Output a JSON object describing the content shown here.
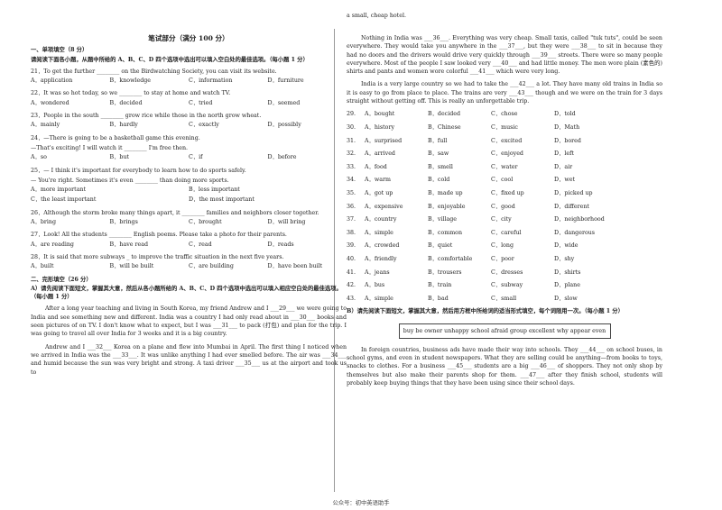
{
  "title": "笔试部分（满分 100 分）",
  "sec1": {
    "heading": "一、单项填空（8 分）",
    "instr": "请阅读下面各小题，从题中所给的 A、B、C、D 四个选项中选出可以填入空白处的最佳选项。（每小题 1 分）",
    "q21": {
      "stem": "21．To get the further ________ on the Birdwatching Society, you can visit its website.",
      "opts": [
        "A．application",
        "B．knowledge",
        "C．information",
        "D．furniture"
      ]
    },
    "q22": {
      "stem": "22．It was so hot today, so we ________ to stay at home and watch TV.",
      "opts": [
        "A．wondered",
        "B．decided",
        "C．tried",
        "D．seemed"
      ]
    },
    "q23": {
      "stem": "23．People in the south ________ grow rice while those in the north grow wheat.",
      "opts": [
        "A．mainly",
        "B．hardly",
        "C．exactly",
        "D．possibly"
      ]
    },
    "q24": {
      "stem": "24．—There is going to be a basketball game this evening.",
      "stem2": "—That's exciting! I will watch it ________ I'm free then.",
      "opts": [
        "A．so",
        "B．but",
        "C．if",
        "D．before"
      ]
    },
    "q25": {
      "stem": "25．— I think it's important for everybody to learn how to do sports safely.",
      "stem2": "— You're right. Sometimes it's even ________ than doing more sports.",
      "opts": [
        "A．more important",
        "B．less important",
        "C．the least important",
        "D．the most important"
      ]
    },
    "q26": {
      "stem": "26．Although the storm broke many things apart, it ________ families and neighbors closer together.",
      "opts": [
        "A．bring",
        "B．brings",
        "C．brought",
        "D．will bring"
      ]
    },
    "q27": {
      "stem": "27．Look! All the students ________ English poems. Please take a photo for their parents.",
      "opts": [
        "A．are reading",
        "B．have read",
        "C．read",
        "D．reads"
      ]
    },
    "q28": {
      "stem": "28．It is said that more subways _ to improve the traffic situation in the next five years.",
      "opts": [
        "A．built",
        "B．will be built",
        "C．are building",
        "D．have been built"
      ]
    }
  },
  "sec2": {
    "heading": "二、完形填空（26 分）",
    "instrA": "A）请先阅读下面短文，掌握其大意，然后从各小题所给的 A、B、C、D 四个选项中选出可以填入相应空白处的最佳选项。（每小题 1 分）",
    "p1": "After a long year teaching and living in South Korea, my friend Andrew and I ___29___ we were going to India and see something new and different. India was a country I had only read about in ___30___ books and seen pictures of on TV. I don't know what to expect, but I was ___31___ to pack (打包) and plan for the trip. I was going to travel all over India for 3 weeks and it is a big country.",
    "p2": "Andrew and I ___32___ Korea on a plane and flew into Mumbai in April. The first thing I noticed when we arrived in India was the ___33___. It was unlike anything I had ever smelled before. The air was ___34___ and humid because the sun was very bright and strong. A taxi driver ___35___ us at the airport and took us to",
    "topcont": "a small, cheap hotel.",
    "p3": "Nothing in India was ___36___. Everything was very cheap. Small taxis, called \"tuk tuts\", could be seen everywhere. They would take you anywhere in the ___37___, but they were ___38___ to sit in because they had no doors and the drivers would drive very quickly through ___39___ streets. There were so many people everywhere. Most of the people I saw looked very ___40___ and had little money. The men wore plain (素色的) shirts and pants and women wore colorful ___41___ which were very long.",
    "p4": "India is a very large country so we had to take the ___42___ a lot. They have many old trains in India so it is easy to go from place to place. The trains are very ___43___ though and we were on the train for 3 days straight without getting off. This is really an unforgettable trip.",
    "grid": [
      [
        "29.",
        "A．bought",
        "B．decided",
        "C．chose",
        "D．told"
      ],
      [
        "30.",
        "A．history",
        "B．Chinese",
        "C．music",
        "D．Math"
      ],
      [
        "31.",
        "A．surprised",
        "B．full",
        "C．excited",
        "D．bored"
      ],
      [
        "32.",
        "A．arrived",
        "B．saw",
        "C．enjoyed",
        "D．left"
      ],
      [
        "33.",
        "A．food",
        "B．smell",
        "C．water",
        "D．air"
      ],
      [
        "34.",
        "A．warm",
        "B．cold",
        "C．cool",
        "D．wet"
      ],
      [
        "35.",
        "A．got up",
        "B．made up",
        "C．fixed up",
        "D．picked up"
      ],
      [
        "36.",
        "A．expensive",
        "B．enjoyable",
        "C．good",
        "D．different"
      ],
      [
        "37.",
        "A．country",
        "B．village",
        "C．city",
        "D．neighborhood"
      ],
      [
        "38.",
        "A．simple",
        "B．common",
        "C．careful",
        "D．dangerous"
      ],
      [
        "39.",
        "A．crowded",
        "B．quiet",
        "C．long",
        "D．wide"
      ],
      [
        "40.",
        "A．friendly",
        "B．comfortable",
        "C．poor",
        "D．shy"
      ],
      [
        "41.",
        "A．jeans",
        "B．trousers",
        "C．dresses",
        "D．shirts"
      ],
      [
        "42.",
        "A．bus",
        "B．train",
        "C．subway",
        "D．plane"
      ],
      [
        "43.",
        "A．simple",
        "B．bad",
        "C．small",
        "D．slow"
      ]
    ],
    "instrB": "B）请先阅读下面短文，掌握其大意，然后用方框中所给词的适当形式填空，每个词限用一次。（每小题 1 分）",
    "wordbox": "buy  be  owner  unhappy  school  afraid  group  excellent  why  appear  even",
    "p5": "In foreign countries, business ads have made their way into schools. They ___44___ on school buses, in school gyms, and even in student newspapers. What they are selling could be anything—from books to toys, snacks to clothes. For a business ___45___ students are a big ___46___ of shoppers. They not only shop by themselves but also make their parents shop for them. ___47___ after they finish school, students will probably keep buying things that they have been using since their school days."
  },
  "footer": "公众号：初中英语助手"
}
